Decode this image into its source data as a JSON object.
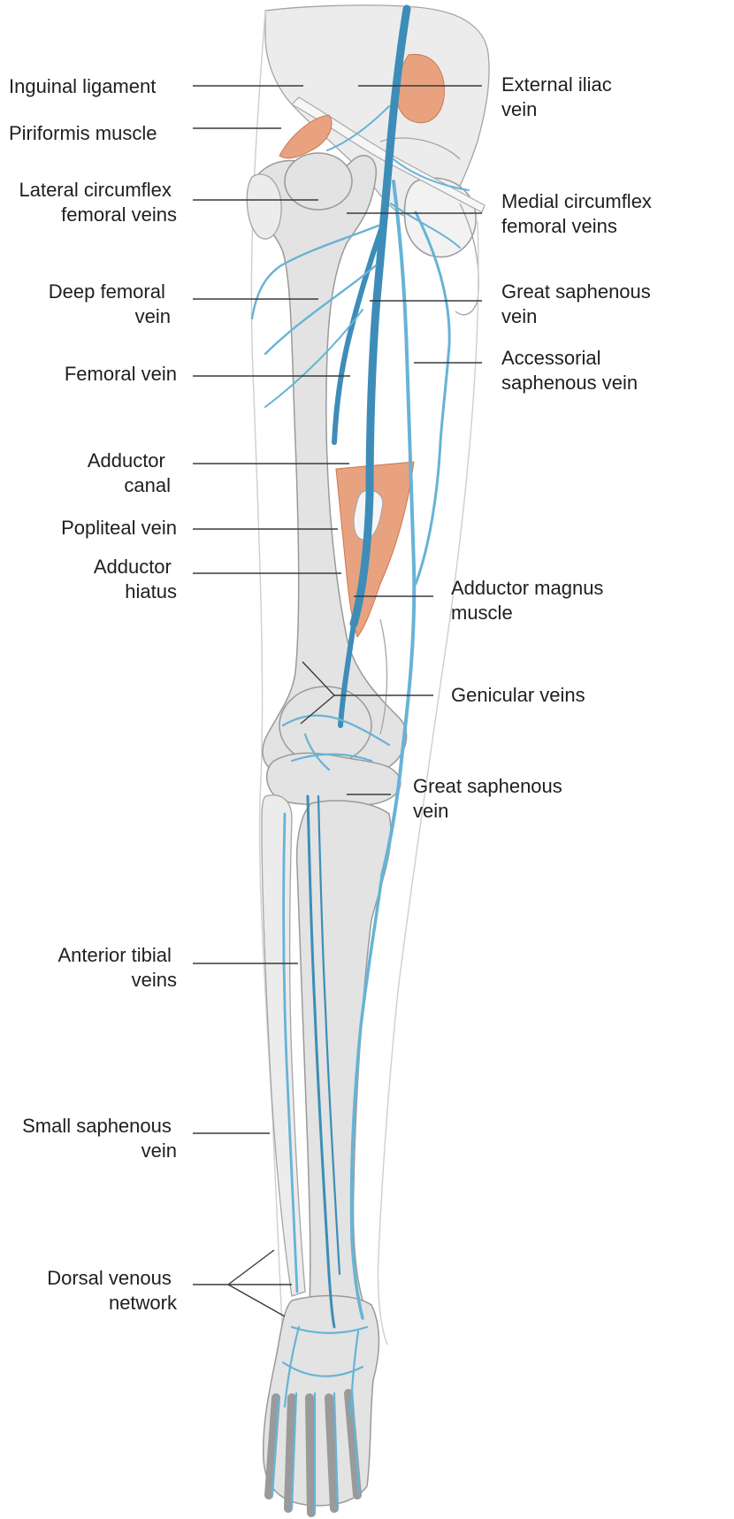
{
  "labels": {
    "inguinal_ligament": [
      "Inguinal ligament"
    ],
    "piriformis_muscle": [
      "Piriformis muscle"
    ],
    "lateral_circumflex_femoral_veins": [
      "Lateral circumflex",
      "femoral veins"
    ],
    "deep_femoral_vein": [
      "Deep femoral",
      "vein"
    ],
    "femoral_vein": [
      "Femoral vein"
    ],
    "adductor_canal": [
      "Adductor",
      "canal"
    ],
    "popliteal_vein": [
      "Popliteal vein"
    ],
    "adductor_hiatus": [
      "Adductor",
      "hiatus"
    ],
    "anterior_tibial_veins": [
      "Anterior tibial",
      "veins"
    ],
    "small_saphenous_vein": [
      "Small saphenous",
      "vein"
    ],
    "dorsal_venous_network": [
      "Dorsal venous",
      "network"
    ],
    "external_iliac_vein": [
      "External iliac",
      "vein"
    ],
    "medial_circumflex_femoral_veins": [
      "Medial circumflex",
      "femoral veins"
    ],
    "great_saphenous_vein_upper": [
      "Great saphenous",
      "vein"
    ],
    "accessorial_saphenous_vein": [
      "Accessorial",
      "saphenous vein"
    ],
    "adductor_magnus_muscle": [
      "Adductor magnus",
      "muscle"
    ],
    "genicular_veins": [
      "Genicular veins"
    ],
    "great_saphenous_vein_lower": [
      "Great saphenous",
      "vein"
    ]
  },
  "colors": {
    "vein_dark": "#3d8db8",
    "vein_light": "#67b3d6",
    "bone": "#e3e3e3",
    "muscle": "#e8a27f",
    "text": "#1f1f1f"
  }
}
